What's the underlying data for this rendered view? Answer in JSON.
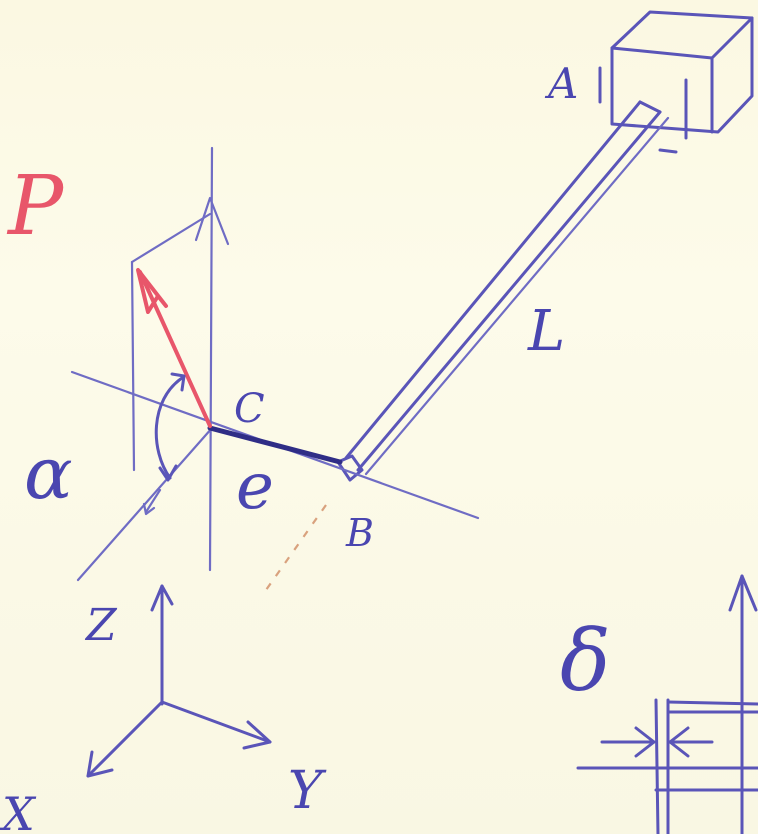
{
  "labels": {
    "force": "P",
    "end_a": "A",
    "end_b": "B",
    "point_c": "C",
    "length": "L",
    "eccentricity": "e",
    "angle": "α",
    "axis_z": "Z",
    "axis_x": "X",
    "axis_y": "Y",
    "gap": "δ"
  },
  "colors": {
    "ink": "#5a55b8",
    "force": "#e8566a",
    "paper": "#fdfae8"
  }
}
